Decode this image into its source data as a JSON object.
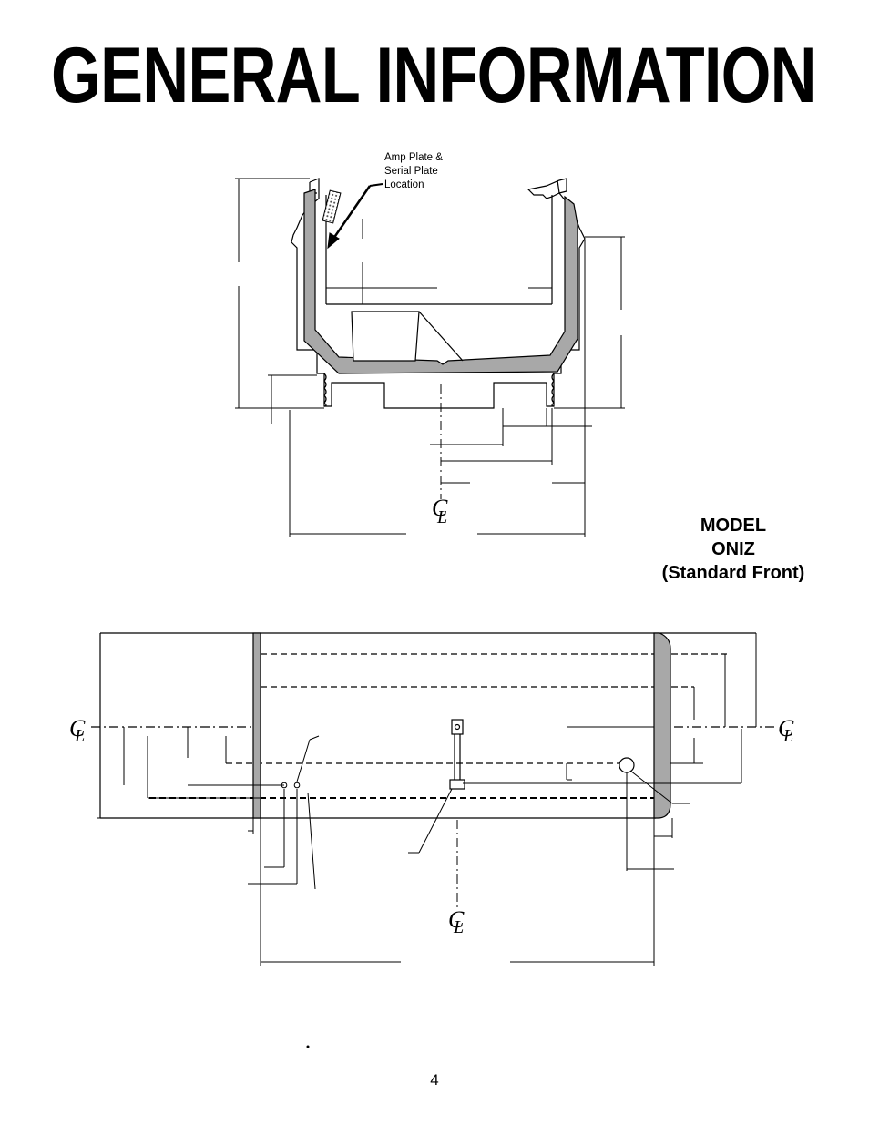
{
  "header": {
    "title": "GENERAL INFORMATION"
  },
  "callout": {
    "lines": [
      "Amp Plate &",
      "Serial Plate",
      "Location"
    ]
  },
  "model": {
    "lines": [
      "MODEL",
      "ONIZ",
      "(Standard Front)"
    ]
  },
  "centerline": {
    "symbol": "C",
    "sub": "L"
  },
  "footer": {
    "page_number": "4"
  }
}
